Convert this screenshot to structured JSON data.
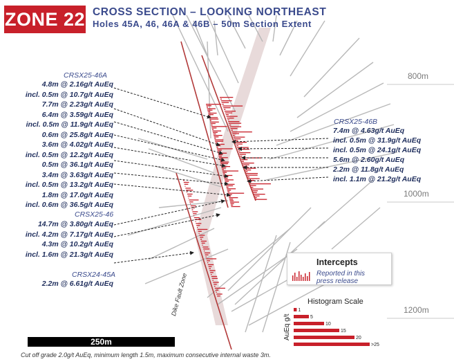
{
  "header": {
    "badge": "ZONE 22",
    "title": "CROSS SECTION – LOOKING NORTHEAST",
    "subtitle": "Holes 45A, 46, 46A & 46B – 50m Section Extent"
  },
  "depth_labels": [
    "800m",
    "1000m",
    "1200m"
  ],
  "holes": {
    "h46a": {
      "name": "CRSX25-46A",
      "intercepts": [
        "4.8m @ 2.16g/t AuEq",
        "incl. 0.5m @ 10.7g/t AuEq",
        "7.7m @ 2.23g/t AuEq",
        "6.4m @ 3.59g/t AuEq",
        "incl. 0.5m @ 11.9g/t AuEq",
        "0.6m @ 25.8g/t AuEq",
        "3.6m @ 4.02g/t AuEq",
        "incl. 0.5m @ 12.2g/t AuEq",
        "0.5m @ 36.1g/t AuEq",
        "3.4m @ 3.63g/t AuEq",
        "incl. 0.5m @ 13.2g/t AuEq",
        "1.8m @ 17.0g/t AuEq",
        "incl. 0.6m @ 36.5g/t AuEq"
      ]
    },
    "h46b": {
      "name": "CRSX25-46B",
      "intercepts": [
        "7.4m @ 4.63g/t AuEq",
        "incl. 0.5m @ 31.9g/t AuEq",
        "incl. 0.5m @ 24.1g/t AuEq",
        "5.6m @ 2.60g/t AuEq",
        "2.2m @ 11.8g/t AuEq",
        "incl. 1.1m @ 21.2g/t AuEq"
      ]
    },
    "h46": {
      "name": "CRSX25-46",
      "intercepts": [
        "14.7m @ 3.80g/t AuEq",
        "incl. 4.2m @ 7.17g/t AuEq",
        "4.3m @ 10.2g/t AuEq",
        "incl. 1.6m @ 21.3g/t AuEq"
      ]
    },
    "h45a": {
      "name": "CRSX24-45A",
      "intercepts": [
        "2.2m @ 6.61g/t AuEq"
      ]
    }
  },
  "legend": {
    "title": "Intercepts",
    "text": [
      "Reported in this",
      "press release"
    ]
  },
  "histogram": {
    "title": "Histogram Scale",
    "axis_label": "AuEq g/t",
    "bars": [
      {
        "label": "1",
        "value": 1
      },
      {
        "label": "5",
        "value": 5
      },
      {
        "label": "10",
        "value": 10
      },
      {
        "label": "15",
        "value": 15
      },
      {
        "label": "20",
        "value": 20
      },
      {
        "label": ">25",
        "value": 25
      }
    ]
  },
  "fault_label": "Dike Fault Zone",
  "scale_bar": "250m",
  "footnote": "Cut off grade 2.0g/t AuEq, minimum length 1.5m, maximum consecutive internal waste 3m.",
  "colors": {
    "brand_red": "#c8202a",
    "title_blue": "#3a4a8c",
    "label_navy": "#1e2d5c",
    "assay_red": "#c8202a",
    "drillhole_grey": "#b5b5b5",
    "fault_pink": "#e6d6d6"
  }
}
